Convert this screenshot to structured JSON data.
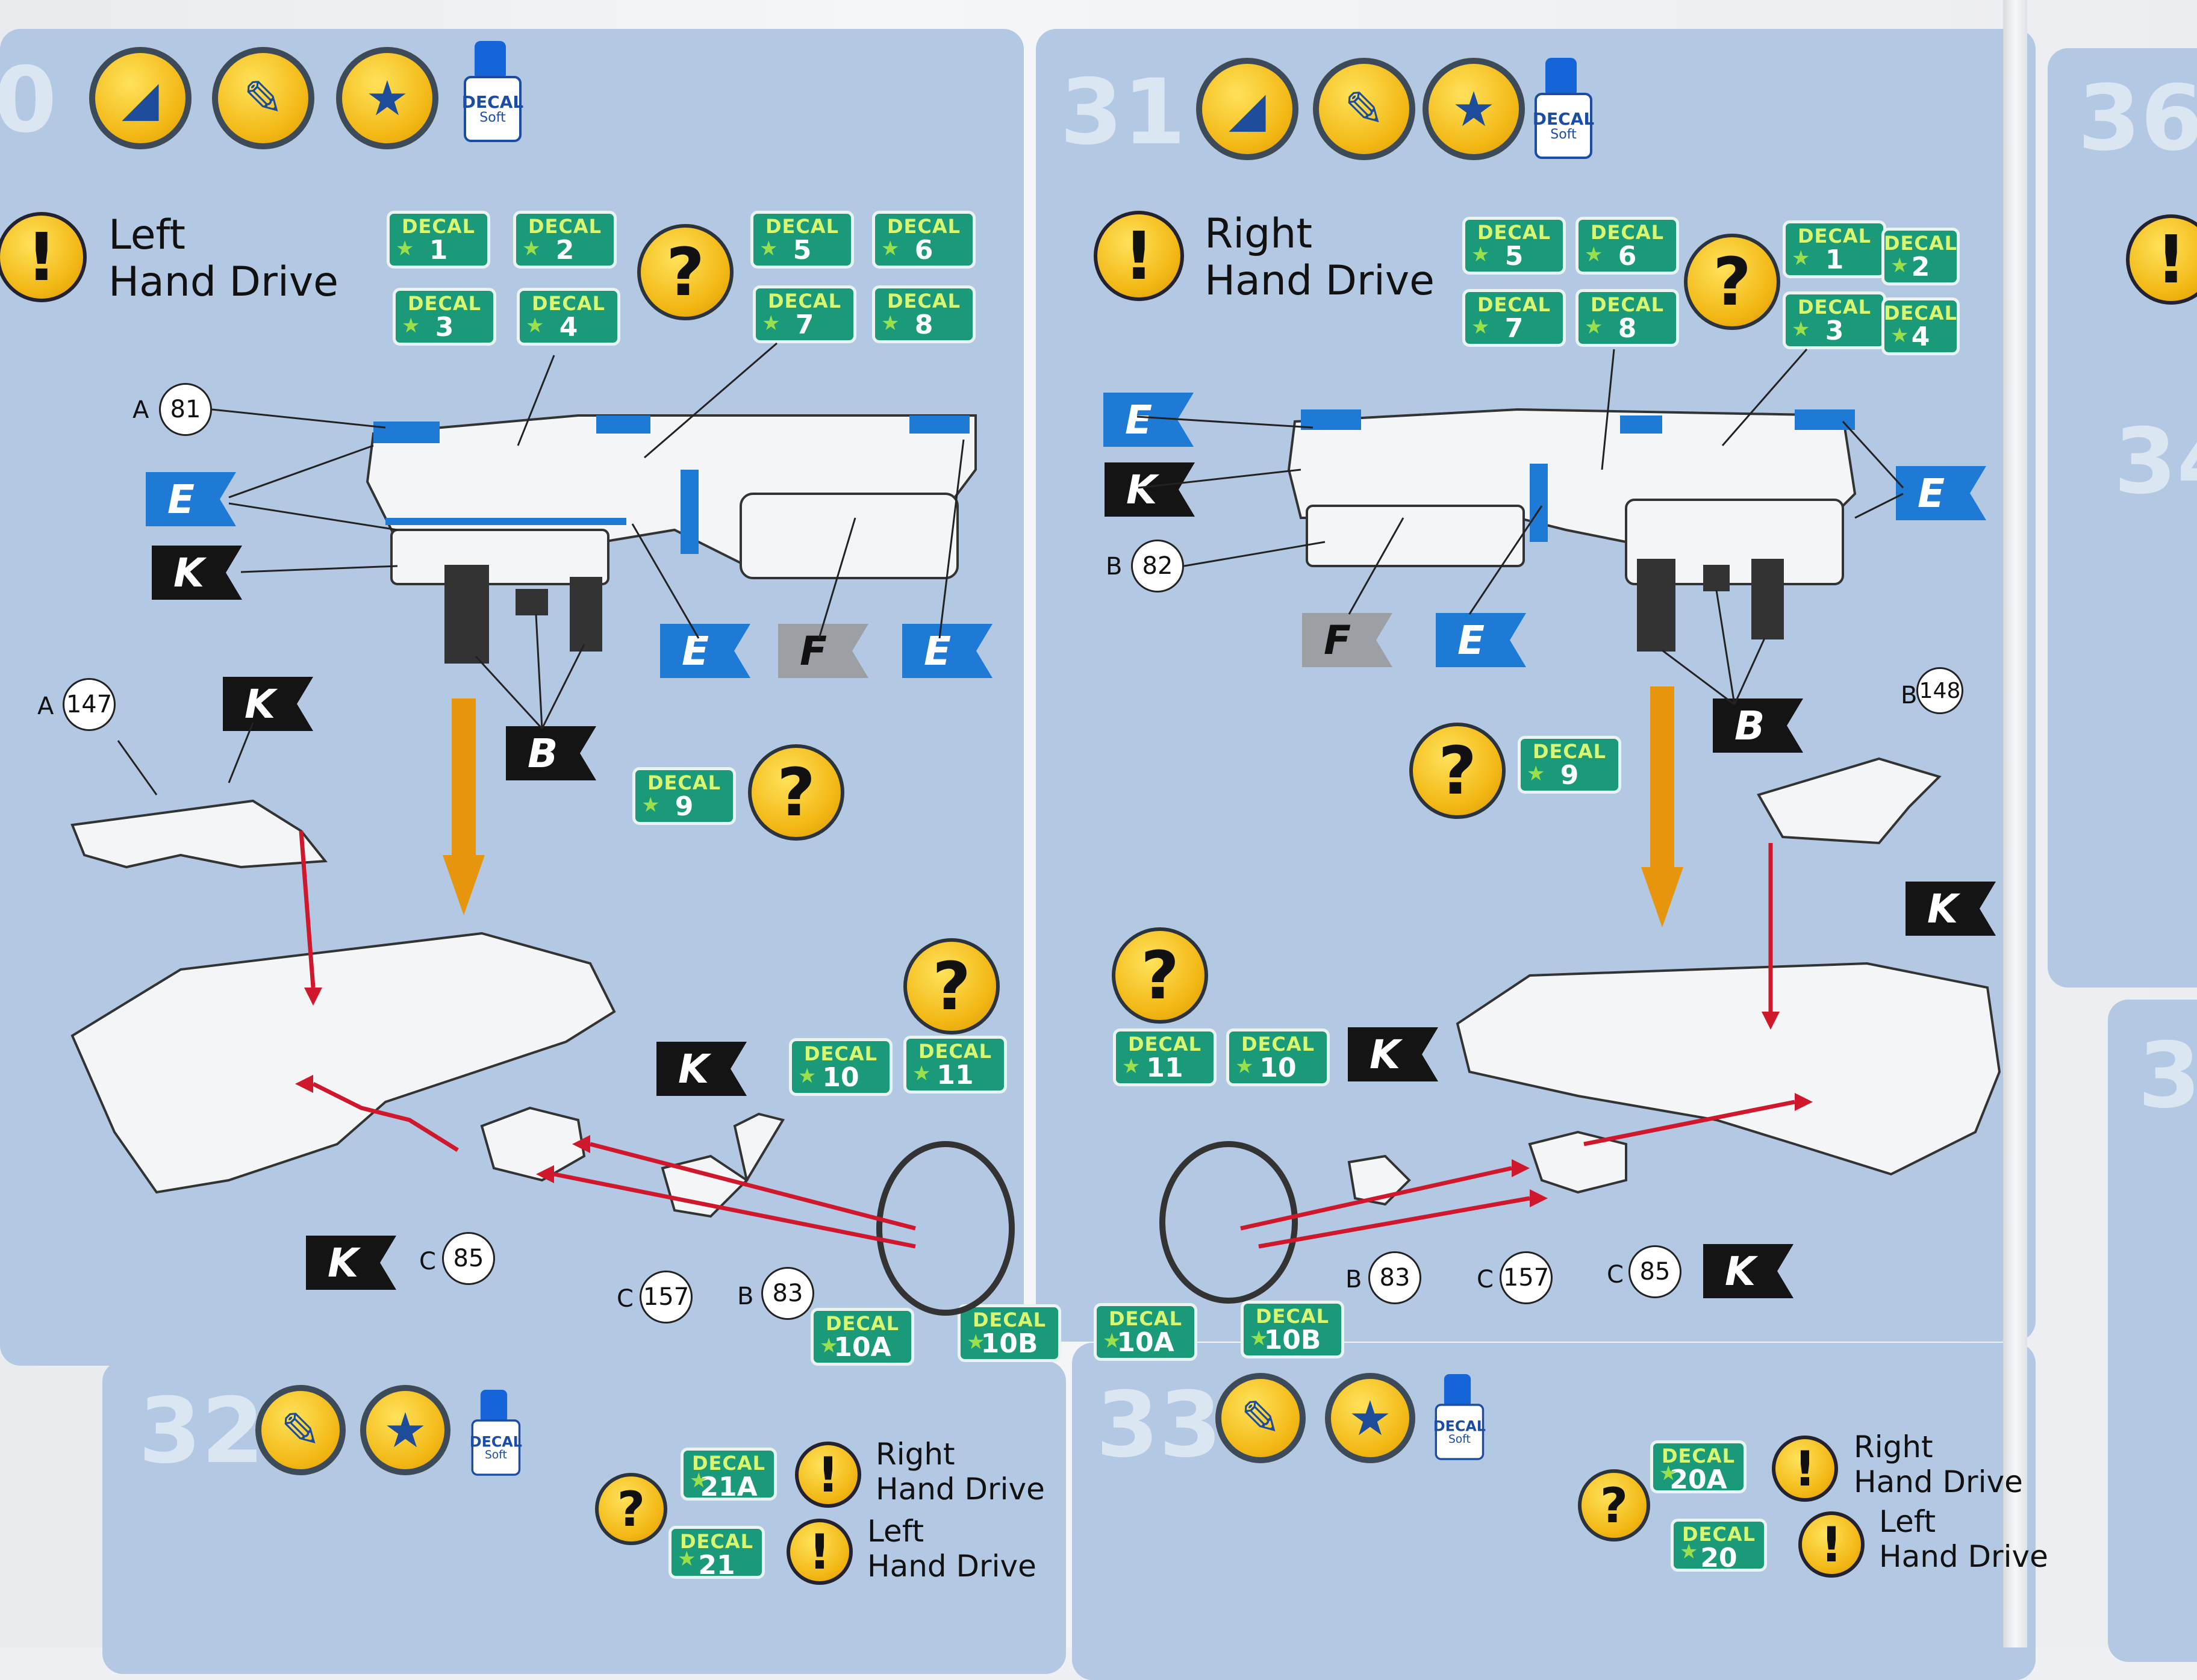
{
  "steps": [
    {
      "number": "0"
    },
    {
      "number": "31"
    },
    {
      "number": "32"
    },
    {
      "number": "33"
    },
    {
      "number": "36"
    },
    {
      "number": "34"
    },
    {
      "number": "3"
    }
  ],
  "bottle": {
    "line1": "DECAL",
    "line2": "Soft"
  },
  "decal_label": "DECAL",
  "decals": [
    "1",
    "2",
    "3",
    "4",
    "5",
    "6",
    "7",
    "8",
    "9",
    "10",
    "11",
    "10A",
    "10B",
    "21A",
    "21",
    "20A",
    "20"
  ],
  "notes": {
    "lhd_line1": "Left",
    "lhd_line2": "Hand Drive",
    "rhd_line1": "Right",
    "rhd_line2": "Hand Drive"
  },
  "flags": [
    "E",
    "K",
    "F",
    "B"
  ],
  "part_prefixes": [
    "A",
    "B",
    "C"
  ],
  "parts": [
    "81",
    "147",
    "85",
    "157",
    "83",
    "82",
    "148"
  ],
  "icon_names": [
    "glue-icon",
    "paint-brush-icon",
    "decal-tray-icon",
    "warning-icon",
    "question-icon"
  ],
  "colors": {
    "panel": "#b3c8e2",
    "decal": "#1a9a79",
    "flag_blue": "#1f7ad6",
    "arrow_orange": "#e8950e",
    "arrow_red": "#d0182d"
  }
}
